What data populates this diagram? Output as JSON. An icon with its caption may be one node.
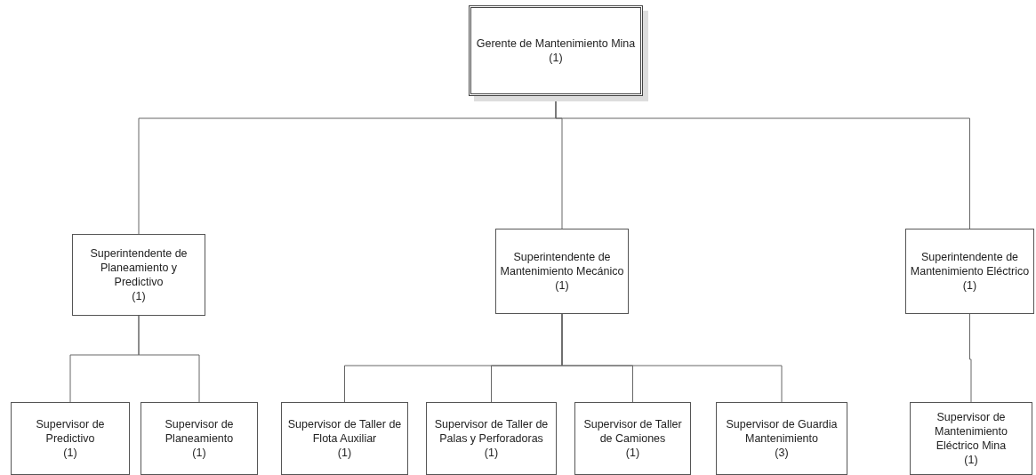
{
  "diagram": {
    "nodes": [
      {
        "text": [
          "Gerente de Mantenimiento Mina",
          "(1)"
        ]
      },
      {
        "text": [
          "Superintendente de Planeamiento y Predictivo",
          "(1)"
        ]
      },
      {
        "text": [
          "Superintendente de Mantenimiento Mecánico",
          "(1)"
        ]
      },
      {
        "text": [
          "Superintendente de Mantenimiento Eléctrico",
          "(1)"
        ]
      },
      {
        "text": [
          "Supervisor de Predictivo",
          "(1)"
        ]
      },
      {
        "text": [
          "Supervisor de Planeamiento",
          "(1)"
        ]
      },
      {
        "text": [
          "Supervisor de Taller de Flota Auxiliar",
          "(1)"
        ]
      },
      {
        "text": [
          "Supervisor de Taller de Palas y Perforadoras",
          "(1)"
        ]
      },
      {
        "text": [
          "Supervisor de Taller de Camiones",
          "(1)"
        ]
      },
      {
        "text": [
          "Supervisor de Guardia Mantenimiento",
          "(3)"
        ]
      },
      {
        "text": [
          "Supervisor de Mantenimiento Eléctrico Mina",
          "(1)"
        ]
      }
    ],
    "edges": [
      {
        "from": 0,
        "to": 1,
        "arrow": "none"
      },
      {
        "from": 0,
        "to": 2,
        "arrow": "none"
      },
      {
        "from": 0,
        "to": 3,
        "arrow": "none"
      },
      {
        "from": 1,
        "to": 4,
        "arrow": "none"
      },
      {
        "from": 1,
        "to": 5,
        "arrow": "none"
      },
      {
        "from": 2,
        "to": 6,
        "arrow": "none"
      },
      {
        "from": 2,
        "to": 7,
        "arrow": "none"
      },
      {
        "from": 2,
        "to": 8,
        "arrow": "none"
      },
      {
        "from": 2,
        "to": 9,
        "arrow": "none"
      },
      {
        "from": 3,
        "to": 10,
        "arrow": "none"
      }
    ]
  }
}
